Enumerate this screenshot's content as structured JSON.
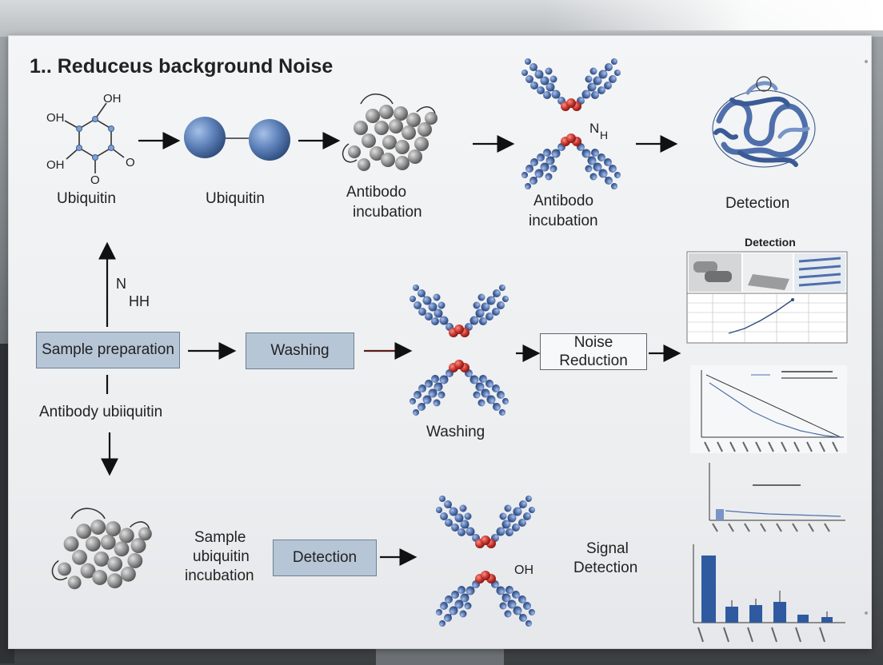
{
  "title": "1.. Reduceus background Noise",
  "top_row": {
    "chem_labels": [
      "OH",
      "OH",
      "OH",
      "O",
      "O"
    ],
    "label_1": "Ubiquitin",
    "label_2": "Ubiquitin",
    "label_3_line1": "Antibodo",
    "label_3_line2": "incubation",
    "label_4_line1": "Antibodo",
    "label_4_line2": "incubation",
    "label_4_tag_n": "N",
    "label_4_tag_h": "H",
    "label_5": "Detection"
  },
  "middle_row": {
    "arrow_tag_n": "N",
    "arrow_tag_hh": "HH",
    "sample_preparation": "Sample preparation",
    "washing_box": "Washing",
    "washing_label": "Washing",
    "noise_line1": "Noise",
    "noise_line2": "Reduction",
    "antibody_label": "Antibody ubiiquitin"
  },
  "bottom_row": {
    "sample_line1": "Sample",
    "sample_line2": "ubiquitin",
    "sample_line3": "incubation",
    "detection_box": "Detection",
    "oh_tag": "OH",
    "signal_line1": "Signal",
    "signal_line2": "Detection"
  },
  "right_panel": {
    "detection_header": "Detection"
  },
  "colors": {
    "box_fill": "#b7c6d6",
    "sphere_blue": "#5b7fb7",
    "protein_gray": "#8d8d8d",
    "linker_red": "#c0322b",
    "arrow": "#111111"
  }
}
